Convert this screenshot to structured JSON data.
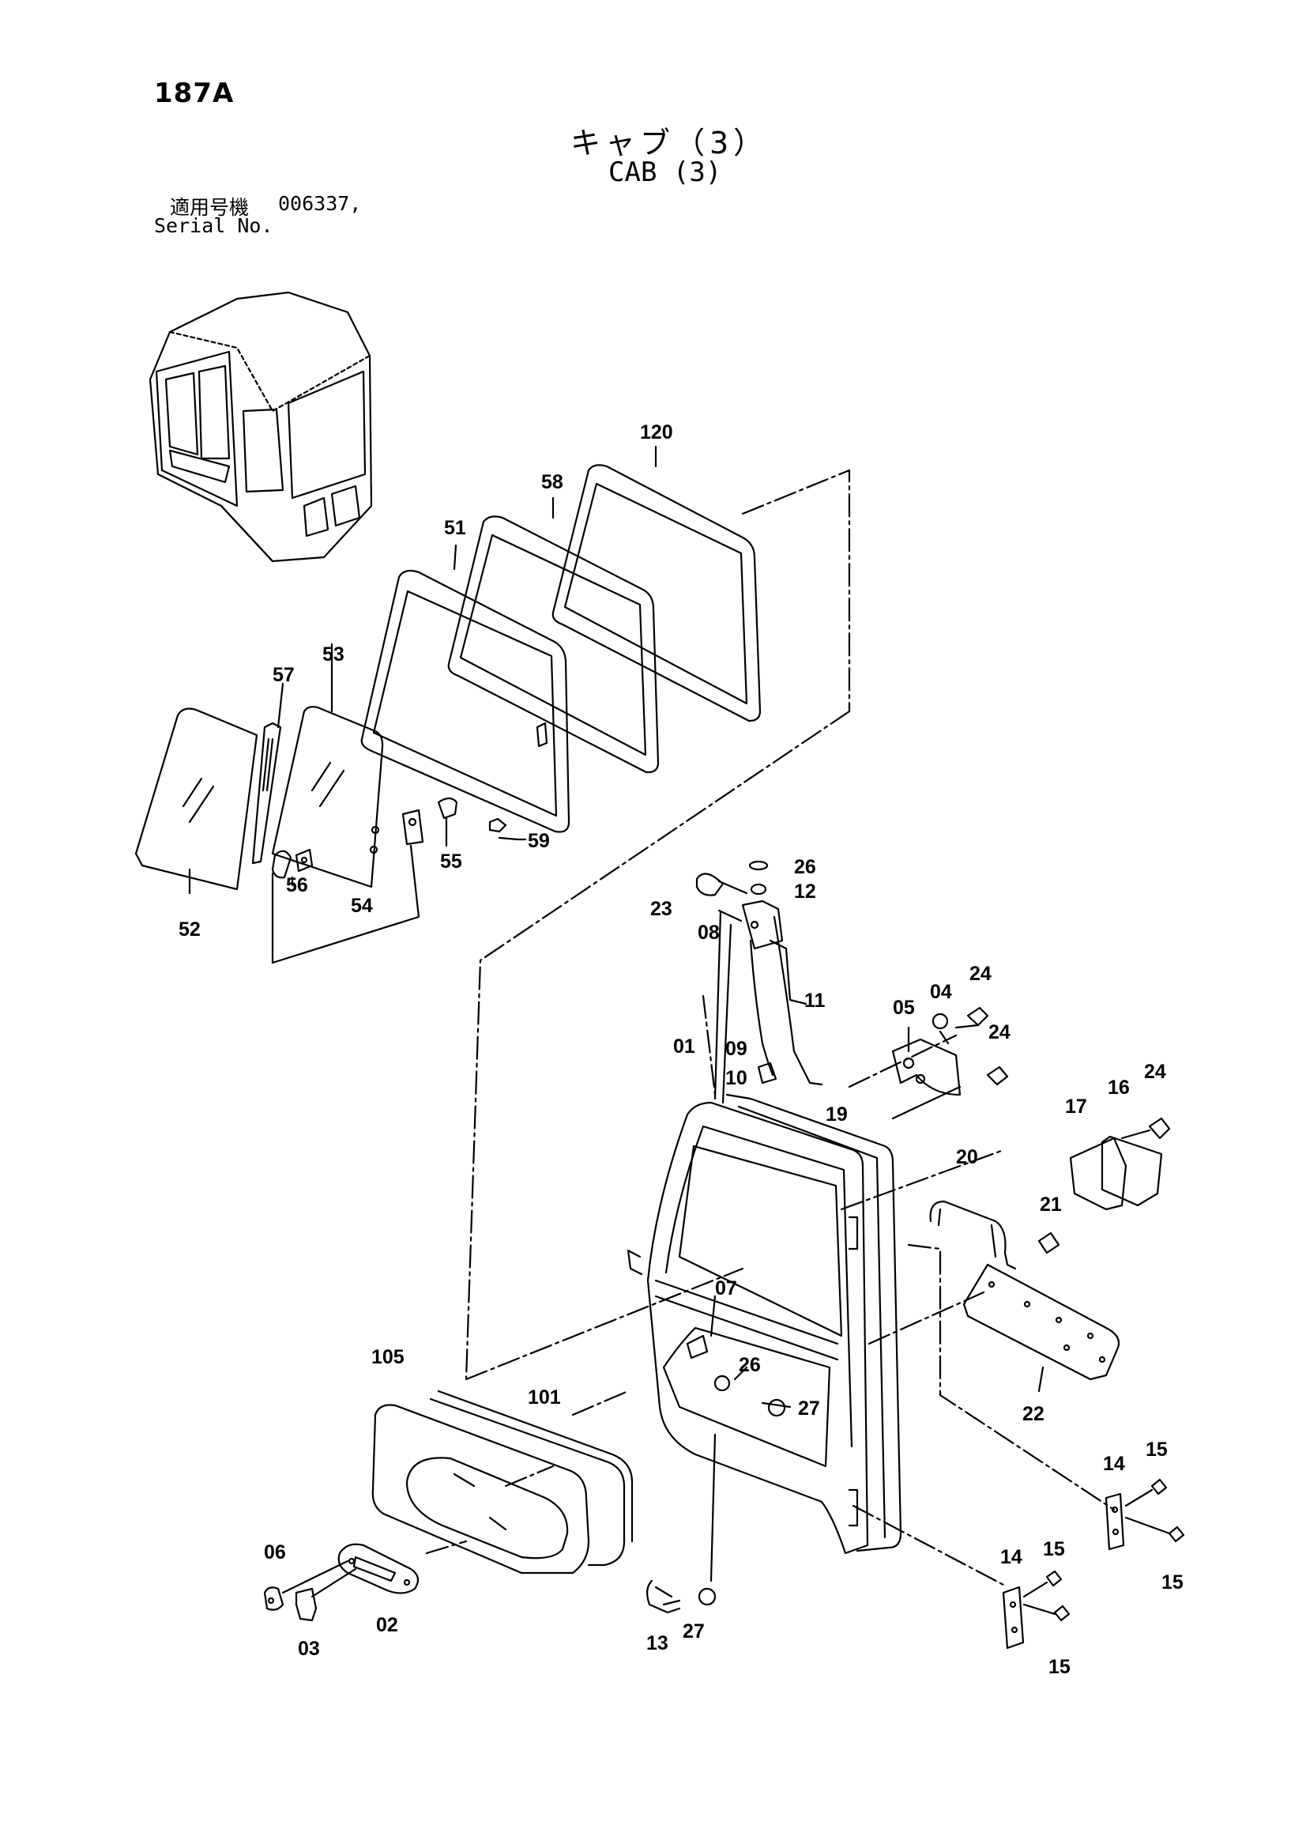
{
  "header": {
    "page_id": "187A",
    "title_jp": "キャブ（3）",
    "title_en": "CAB (3)",
    "serial_label_jp": "適用号機",
    "serial_value": "006337,",
    "serial_label_en": "Serial No."
  },
  "callouts": {
    "c120": "120",
    "c58": "58",
    "c51": "51",
    "c53": "53",
    "c57": "57",
    "c52": "52",
    "c56": "56",
    "c54": "54",
    "c55": "55",
    "c59": "59",
    "c26a": "26",
    "c12": "12",
    "c23": "23",
    "c08": "08",
    "c11": "11",
    "c09": "09",
    "c10": "10",
    "c01": "01",
    "c19": "19",
    "c05": "05",
    "c04": "04",
    "c24a": "24",
    "c24b": "24",
    "c24c": "24",
    "c17": "17",
    "c16": "16",
    "c20": "20",
    "c21": "21",
    "c22": "22",
    "c07": "07",
    "c26b": "26",
    "c27a": "27",
    "c105": "105",
    "c101": "101",
    "c06": "06",
    "c02": "02",
    "c03": "03",
    "c13": "13",
    "c27b": "27",
    "c14a": "14",
    "c15a": "15",
    "c15b": "15",
    "c14b": "14",
    "c15c": "15",
    "c15d": "15"
  }
}
